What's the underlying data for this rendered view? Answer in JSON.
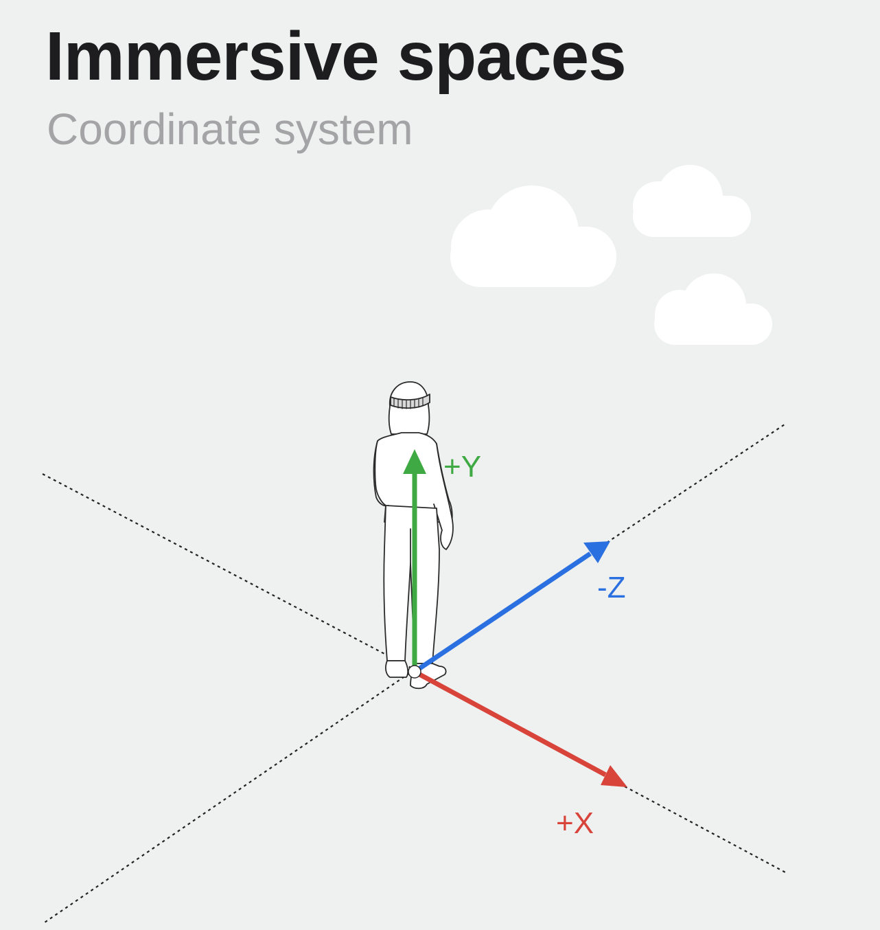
{
  "header": {
    "title": "Immersive spaces",
    "subtitle": "Coordinate system"
  },
  "axes": [
    {
      "id": "y",
      "label": "+Y",
      "color": "#3faa43"
    },
    {
      "id": "z",
      "label": "-Z",
      "color": "#2b70e0"
    },
    {
      "id": "x",
      "label": "+X",
      "color": "#d8433a"
    }
  ],
  "icons": {
    "person": "person-with-headset-icon",
    "cloud": "cloud-icon",
    "origin": "origin-point-icon"
  }
}
